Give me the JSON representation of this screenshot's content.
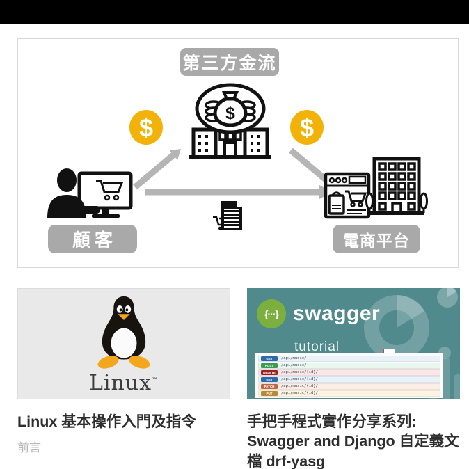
{
  "header": {
    "bg": "#000000"
  },
  "diagram": {
    "labels": {
      "top": "第三方金流",
      "customer": "顧客",
      "platform": "電商平台"
    },
    "dollar": "$",
    "colors": {
      "label_bg": "#a9a9a9",
      "coin": "#f2b207",
      "arrow": "#b5b5b5",
      "icon_ink": "#111111"
    }
  },
  "posts": [
    {
      "title": "Linux 基本操作入門及指令",
      "subtitle": "前言",
      "thumb": {
        "brand_text": "Linux",
        "trademark": "™"
      }
    },
    {
      "title": "手把手程式實作分享系列: Swagger and Django 自定義文檔 drf-yasg",
      "thumb": {
        "logo_braces": "{···}",
        "logo_text": "swagger",
        "tagline": "tutorial",
        "teal_bg": "#508a8c",
        "logo_green": "#7cb03e",
        "api_rows": [
          {
            "method": "GET",
            "path": "/api/music/"
          },
          {
            "method": "POST",
            "path": "/api/music/"
          },
          {
            "method": "DELETE",
            "path": "/api/music/{id}/"
          },
          {
            "method": "GET",
            "path": "/api/music/{id}/"
          },
          {
            "method": "PATCH",
            "path": "/api/music/{id}/"
          },
          {
            "method": "PUT",
            "path": "/api/music/{id}/"
          }
        ]
      }
    }
  ]
}
